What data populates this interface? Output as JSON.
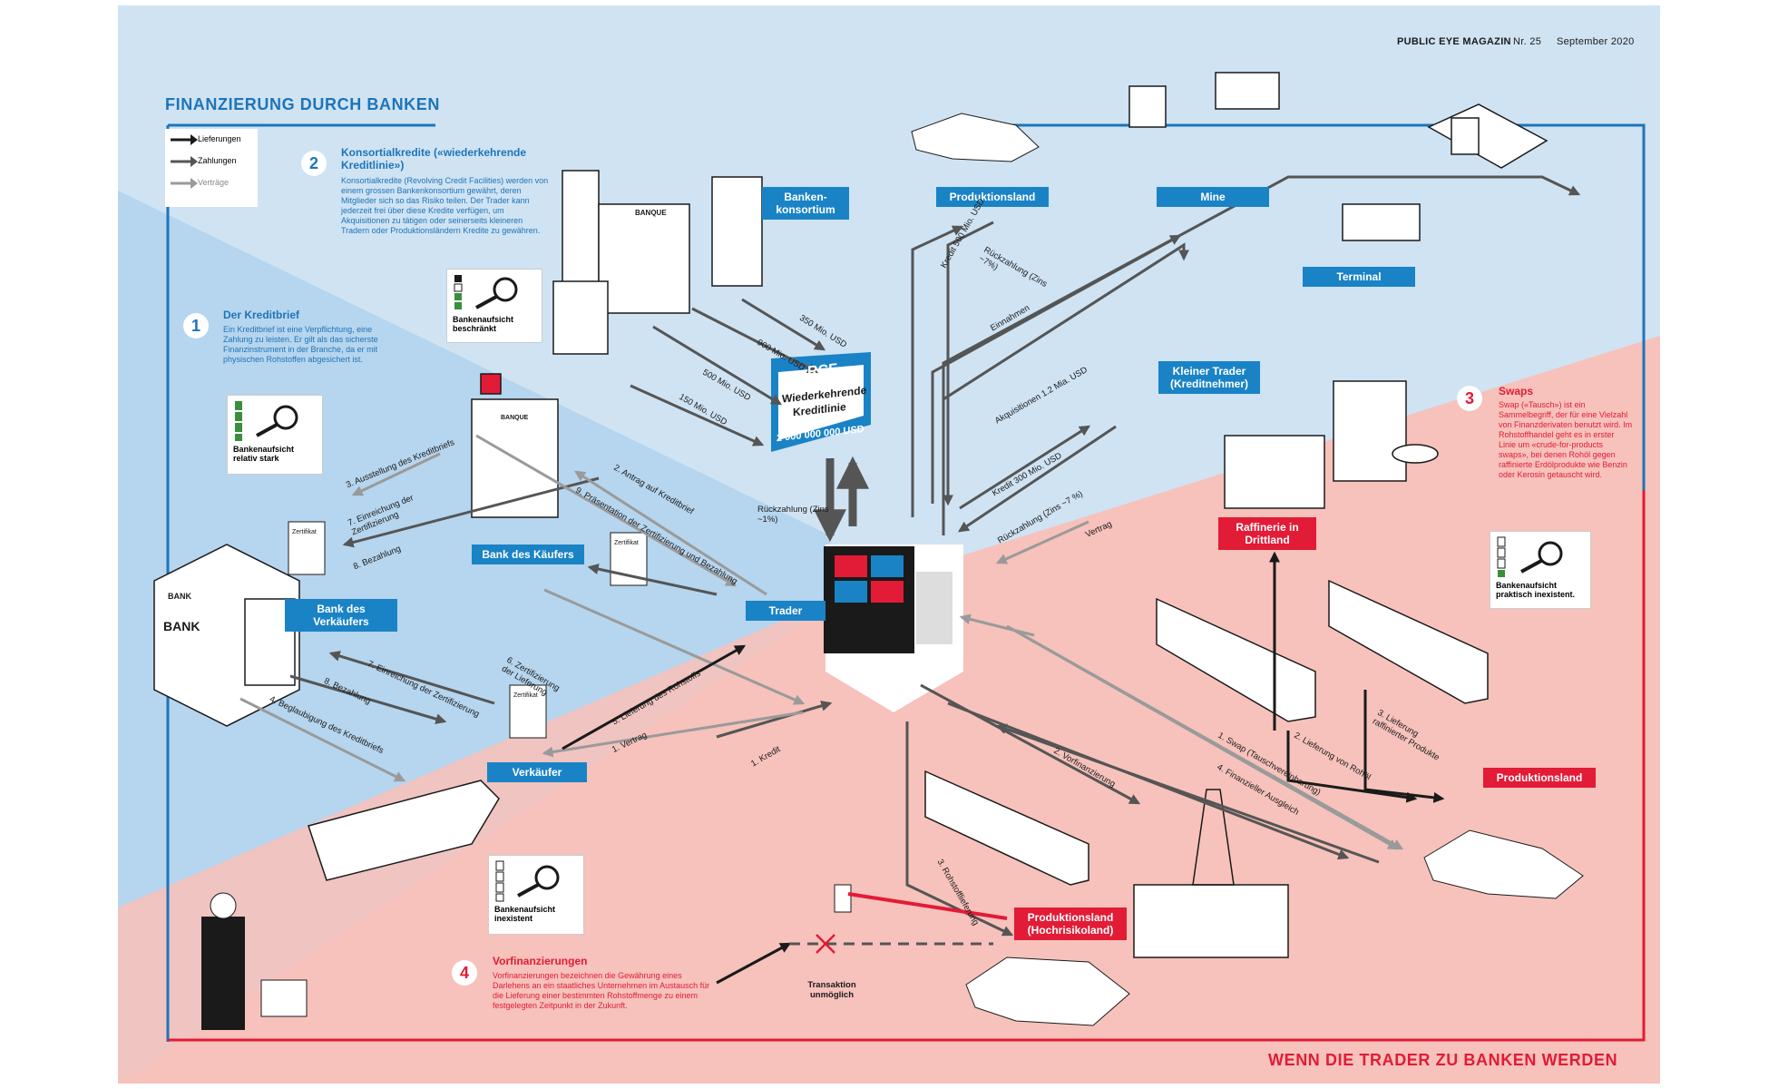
{
  "header": {
    "magazine": "PUBLIC EYE MAGAZIN",
    "issue": "Nr. 25",
    "date": "September 2020"
  },
  "title_top": "FINANZIERUNG DURCH BANKEN",
  "title_bottom": "WENN DIE TRADER ZU BANKEN WERDEN",
  "legend": [
    {
      "label": "Lieferungen",
      "color": "#1a1a1a"
    },
    {
      "label": "Zahlungen",
      "color": "#555555"
    },
    {
      "label": "Verträge",
      "color": "#9a9a9a"
    }
  ],
  "colors": {
    "bg_blue": "#cfe3f3",
    "bg_blue_dark": "#b6d5ee",
    "bg_pink": "#f6c2bb",
    "frame_blue": "#1e74b8",
    "frame_red": "#e21b36",
    "label_blue": "#1a83c6"
  },
  "sections": {
    "s1": {
      "num": "1",
      "title": "Der Kreditbrief",
      "text": "Ein Kreditbrief ist eine Verpflichtung, eine Zahlung zu leisten. Er gilt als das sicherste Finanzinstrument in der Branche, da er mit physischen Rohstoffen abgesichert ist."
    },
    "s2": {
      "num": "2",
      "title": "Konsortialkredite («wiederkehrende Kreditlinie»)",
      "text": "Konsortialkredite (Revolving Credit Facilities) werden von einem grossen Bankenkonsortium gewährt, deren Mitglieder sich so das Risiko teilen. Der Trader kann jederzeit frei über diese Kredite verfügen, um Akquisitionen zu tätigen oder seinerseits kleineren Tradern oder Produktionsländern Kredite zu gewähren."
    },
    "s3": {
      "num": "3",
      "title": "Swaps",
      "text": "Swap («Tausch») ist ein Sammelbegriff, der für eine Vielzahl von Finanzderivaten benutzt wird. Im Rohstoffhandel geht es in erster Linie um «crude-for-products swaps», bei denen Rohöl gegen raffinierte Erdölprodukte wie Benzin oder Kerosin getauscht wird."
    },
    "s4": {
      "num": "4",
      "title": "Vorfinanzierungen",
      "text": "Vorfinanzierungen bezeichnen die Gewährung eines Darlehens an ein staatliches Unternehmen im Austausch für die Lieferung einer bestimmten Rohstoffmenge zu einem festgelegten Zeitpunkt in der Zukunft."
    }
  },
  "badges": {
    "b_limited": "Bankenaufsicht beschränkt",
    "b_strong": "Bankenaufsicht relativ stark",
    "b_none_red": "Bankenaufsicht praktisch inexistent.",
    "b_none": "Bankenaufsicht inexistent"
  },
  "nodes": {
    "konsortium": "Banken-konsortium",
    "produktionsland_top": "Produktionsland",
    "mine": "Mine",
    "terminal": "Terminal",
    "kleiner_trader": "Kleiner Trader (Kreditnehmer)",
    "bank_kaeufer": "Bank des Käufers",
    "bank_verkaeufer": "Bank des Verkäufers",
    "trader": "Trader",
    "verkaeufer": "Verkäufer",
    "raffinerie": "Raffinerie in Drittland",
    "produktionsland_right": "Produktionsland",
    "produktionsland_hr": "Produktionsland (Hochrisikoland)"
  },
  "rcf": {
    "code": "RCF",
    "line1": "Wiederkehrende",
    "line2": "Kreditlinie",
    "amount": "2 000 000 000 USD"
  },
  "illustration_text": {
    "banque": "BANQUE",
    "bank": "BANK",
    "zertifikat": "Zertifikat"
  },
  "arrows": {
    "a350": "350 Mio. USD",
    "a900": "900 Mio. USD",
    "a500": "500 Mio. USD",
    "a150": "150 Mio. USD",
    "rueck1": "Rückzahlung (Zins ~1%)",
    "kredit500": "Kredit 500 Mio. USD",
    "rueck7a": "Rückzahlung (Zins ~7%)",
    "einnahmen": "Einnahmen",
    "akquis": "Akquisitionen 1.2 Mia. USD",
    "kredit300": "Kredit 300 Mio. USD",
    "rueck7b": "Rückzahlung (Zins ~7 %)",
    "vertrag_r": "Vertrag",
    "k3": "3. Ausstellung des Kreditbriefs",
    "k2": "2. Antrag auf Kreditbrief",
    "k7a": "7. Einreichung der Zertifizierung",
    "k9": "9. Präsentation der Zertifizierung und Bezahlung",
    "k8a": "8. Bezahlung",
    "k7b": "7. Einreichung der Zertifizierung",
    "k8b": "8. Bezahlung",
    "k4": "4. Beglaubigung des Kreditbriefs",
    "k6": "6. Zertifizierung der Lieferung",
    "k5": "5. Lieferung des Rohstoffs",
    "k1": "1. Vertrag",
    "v1": "1. Kredit",
    "v2": "2. Vorfinanzierung",
    "v3": "3. Rohstofflieferung",
    "s1": "1. Swap (Tauschvereinbarung)",
    "s4": "4. Finanzieller Ausgleich",
    "s2": "2. Lieferung von Rohöl",
    "s3": "3. Lieferung raffinierter Produkte",
    "transaktion": "Transaktion unmöglich"
  }
}
